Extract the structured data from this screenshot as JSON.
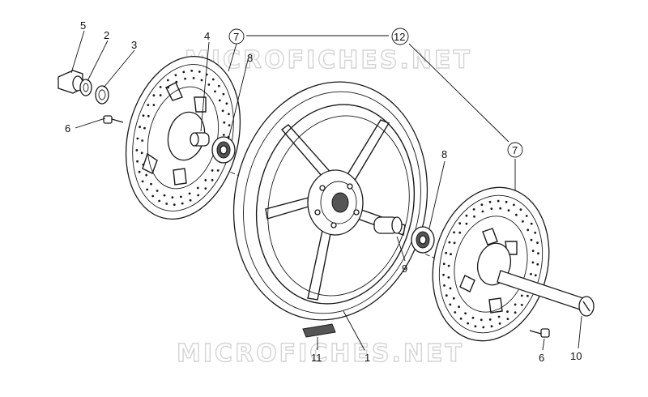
{
  "watermark": {
    "top_text": "MICROFICHES.NET",
    "bottom_text": "MICROFICHES.NET"
  },
  "callouts": {
    "c1": "1",
    "c2": "2",
    "c3": "3",
    "c4": "4",
    "c5": "5",
    "c6_left": "6",
    "c6_right": "6",
    "c7_left": "7",
    "c7_right": "7",
    "c8_left": "8",
    "c8_right": "8",
    "c9": "9",
    "c10": "10",
    "c11": "11",
    "c12": "12"
  }
}
